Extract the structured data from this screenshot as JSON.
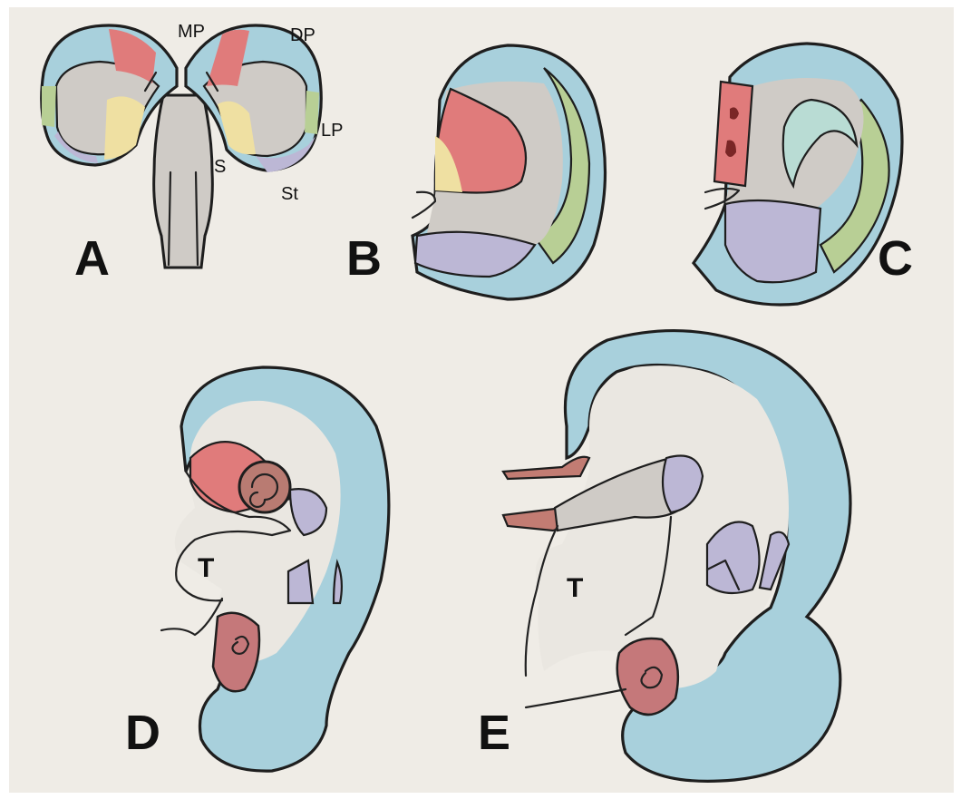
{
  "figure": {
    "colors": {
      "paper": "#efece6",
      "blue": "#a8d0dc",
      "red": "#e07b7b",
      "green": "#b8cf95",
      "yellow": "#efe0a2",
      "purple": "#bcb7d5",
      "gray": "#cfcbc6",
      "outline": "#1e1e1e"
    },
    "panels": [
      {
        "id": "A",
        "label": "A",
        "region_labels": [
          "MP",
          "DP",
          "LP",
          "S",
          "St"
        ]
      },
      {
        "id": "B",
        "label": "B"
      },
      {
        "id": "C",
        "label": "C"
      },
      {
        "id": "D",
        "label": "D",
        "region_labels": [
          "T"
        ]
      },
      {
        "id": "E",
        "label": "E",
        "region_labels": [
          "T"
        ]
      }
    ]
  }
}
